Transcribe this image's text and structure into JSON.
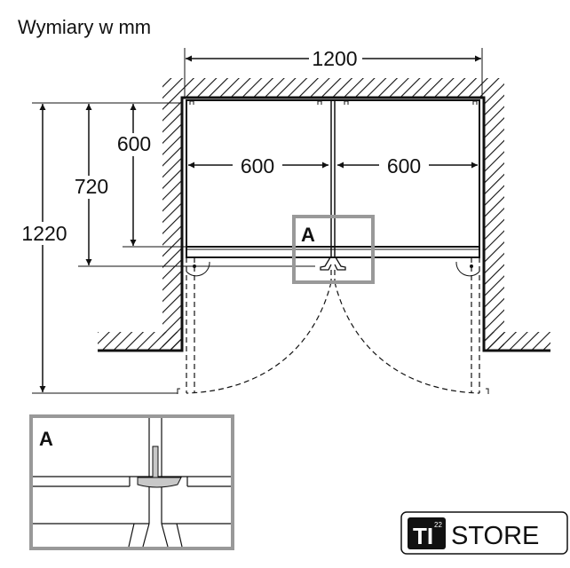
{
  "title": "Wymiary w mm",
  "dimensions": {
    "total_width": "1200",
    "left_width": "600",
    "right_width": "600",
    "depth_body": "600",
    "depth_with_doors": "720",
    "depth_doors_open": "1220"
  },
  "detail_label": "A",
  "detail_inset_label": "A",
  "logo": {
    "brand": "TI",
    "superscript": "22",
    "word": "STORE"
  },
  "colors": {
    "line": "#111111",
    "detail_frame": "#999999",
    "handle": "#c8c8c8"
  }
}
